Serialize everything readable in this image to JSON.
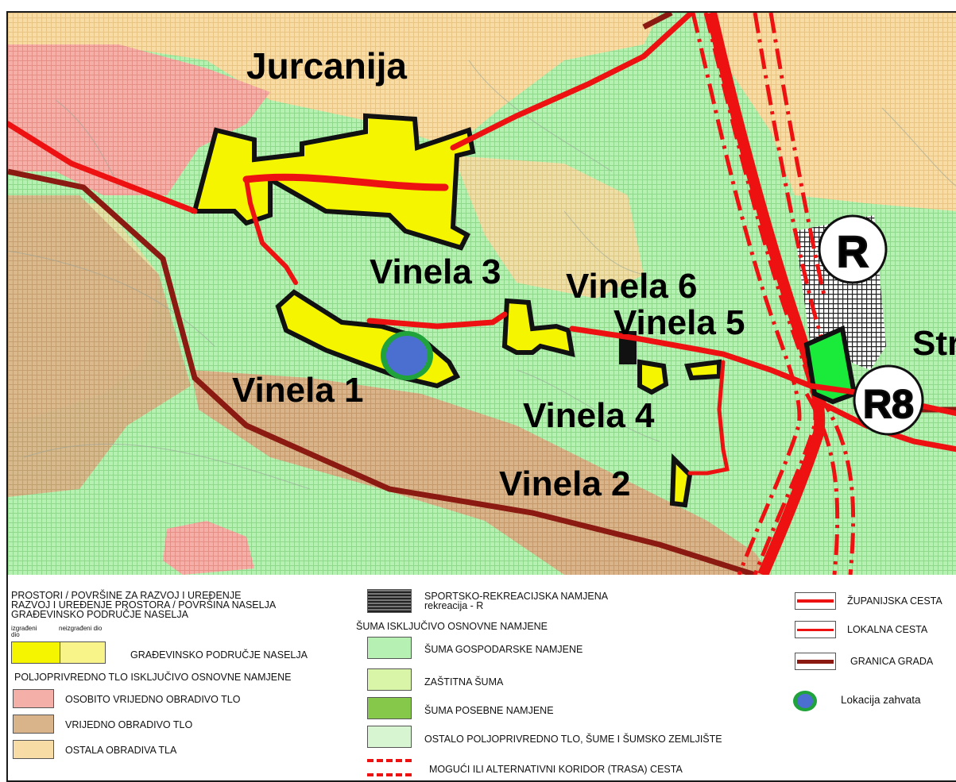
{
  "map": {
    "places": {
      "jurcanija": "Jurcanija",
      "vinela1": "Vinela 1",
      "vinela2": "Vinela 2",
      "vinela3": "Vinela 3",
      "vinela4": "Vinela 4",
      "vinela5": "Vinela 5",
      "vinela6": "Vinela 6",
      "stre": "Stre"
    },
    "zones": {
      "r": "R",
      "r8": "R8"
    },
    "colors": {
      "forest_green": "#b6f0b3",
      "agri_yellow": "#f7dca5",
      "agri_red": "#f4b0a8",
      "agri_brown": "#d9b48a",
      "build_yellow": "#f5f500",
      "road": "#ee1111",
      "boundary": "#8b1a12",
      "marker_fill": "#4a6fd0",
      "marker_ring": "#1fa33a"
    }
  },
  "legend": {
    "col1": {
      "header_line1": "PROSTORI / POVRŠINE ZA RAZVOJ I UREĐENJE",
      "header_line2": "RAZVOJ I UREĐENJE PROSTORA / POVRŠINA NASELJA",
      "header_line3": "GRAĐEVINSKO PODRUČJE  NASELJA",
      "built_label": "izgrađeni dio",
      "unbuilt_label": "neizgrađeni dio",
      "building_area": "GRAĐEVINSKO PODRUČJE NASELJA",
      "agri_header": "POLJOPRIVREDNO TLO ISKLJUČIVO OSNOVNE NAMJENE",
      "agri1": "OSOBITO VRIJEDNO OBRADIVO TLO",
      "agri2": "VRIJEDNO OBRADIVO TLO",
      "agri3": "OSTALA OBRADIVA TLA"
    },
    "col2": {
      "sport_line1": "SPORTSKO-REKREACIJSKA NAMJENA",
      "sport_line2": "rekreacija - R",
      "forest_header": "ŠUMA ISKLJUČIVO OSNOVNE NAMJENE",
      "forest1": "ŠUMA GOSPODARSKE NAMJENE",
      "forest2": "ZAŠTITNA ŠUMA",
      "forest3": "ŠUMA POSEBNE NAMJENE",
      "other": "OSTALO POLJOPRIVREDNO TLO, ŠUME I ŠUMSKO ZEMLJIŠTE",
      "corridor": "MOGUĆI ILI ALTERNATIVNI KORIDOR (TRASA) CESTA"
    },
    "col3": {
      "county_road": "ŽUPANIJSKA CESTA",
      "local_road": "LOKALNA CESTA",
      "city_border": "GRANICA GRADA",
      "location": "Lokacija zahvata"
    }
  }
}
